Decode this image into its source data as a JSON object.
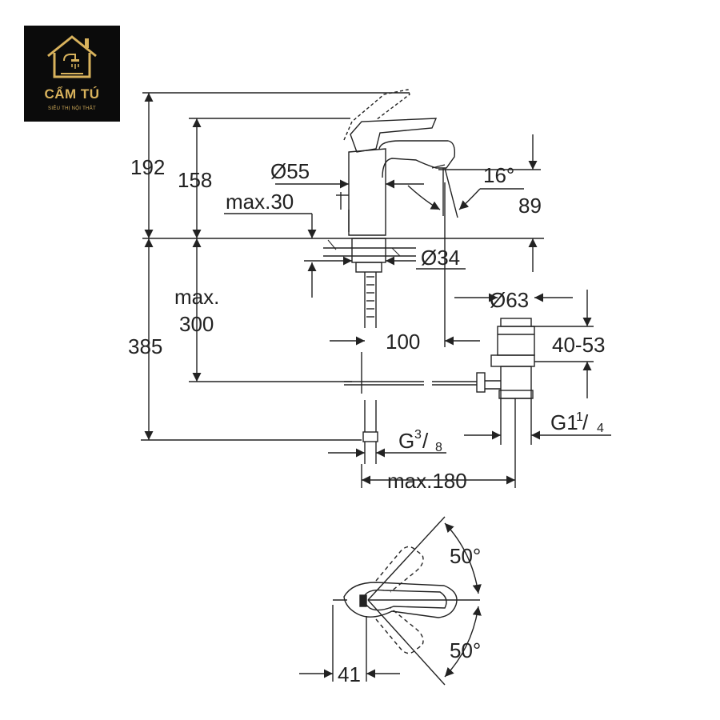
{
  "logo": {
    "brand": "CẨM TÚ",
    "tagline": "SIÊU THỊ NỘI THẤT",
    "icon": "house-shower-icon",
    "background": "#0b0b0b",
    "accent": "#d8b25c"
  },
  "dimensions": {
    "d192": "192",
    "d158": "158",
    "dia55": "Ø55",
    "max30": "max.30",
    "angle16": "16°",
    "d89": "89",
    "dia34": "Ø34",
    "max_label": "max.",
    "d300": "300",
    "d385": "385",
    "dia63": "Ø63",
    "d100": "100",
    "d4053": "40-53",
    "g114_main": "G1",
    "g114_num": "1",
    "g114_den": "4",
    "g38_main": "G",
    "g38_num": "3",
    "g38_den": "8",
    "max180": "max.180",
    "angle50_top": "50°",
    "angle50_bottom": "50°",
    "d41": "41"
  },
  "colors": {
    "line": "#222222"
  }
}
